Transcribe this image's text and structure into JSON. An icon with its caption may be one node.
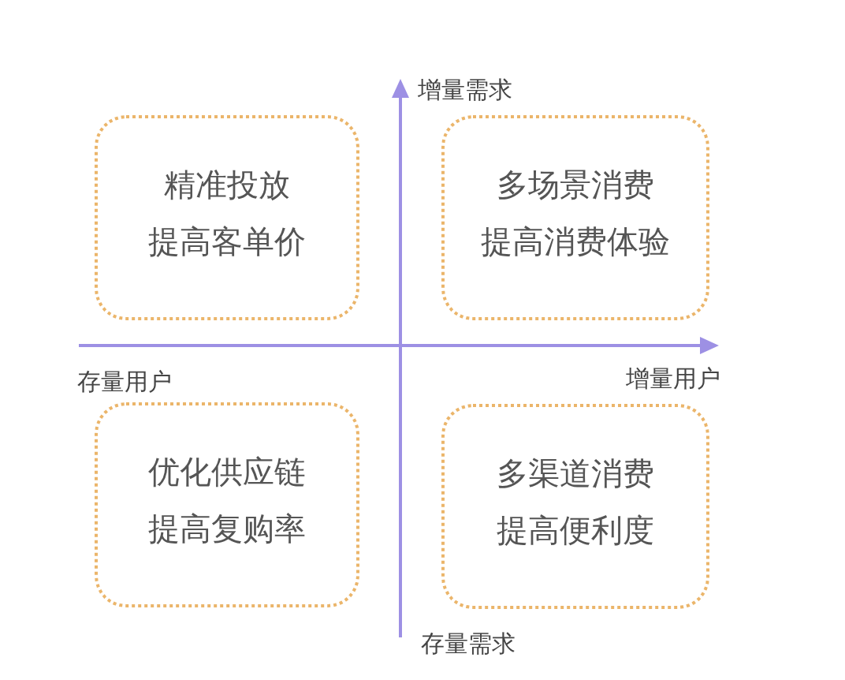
{
  "diagram": {
    "nodes": [
      {
        "text": [
          "精准投放",
          "提高客单价"
        ]
      },
      {
        "text": [
          "多场景消费",
          "提高消费体验"
        ]
      },
      {
        "text": [
          "优化供应链",
          "提高复购率"
        ]
      },
      {
        "text": [
          "多渠道消费",
          "提高便利度"
        ]
      }
    ],
    "labels": [
      "增量需求",
      "存量用户",
      "增量用户",
      "存量需求"
    ]
  }
}
